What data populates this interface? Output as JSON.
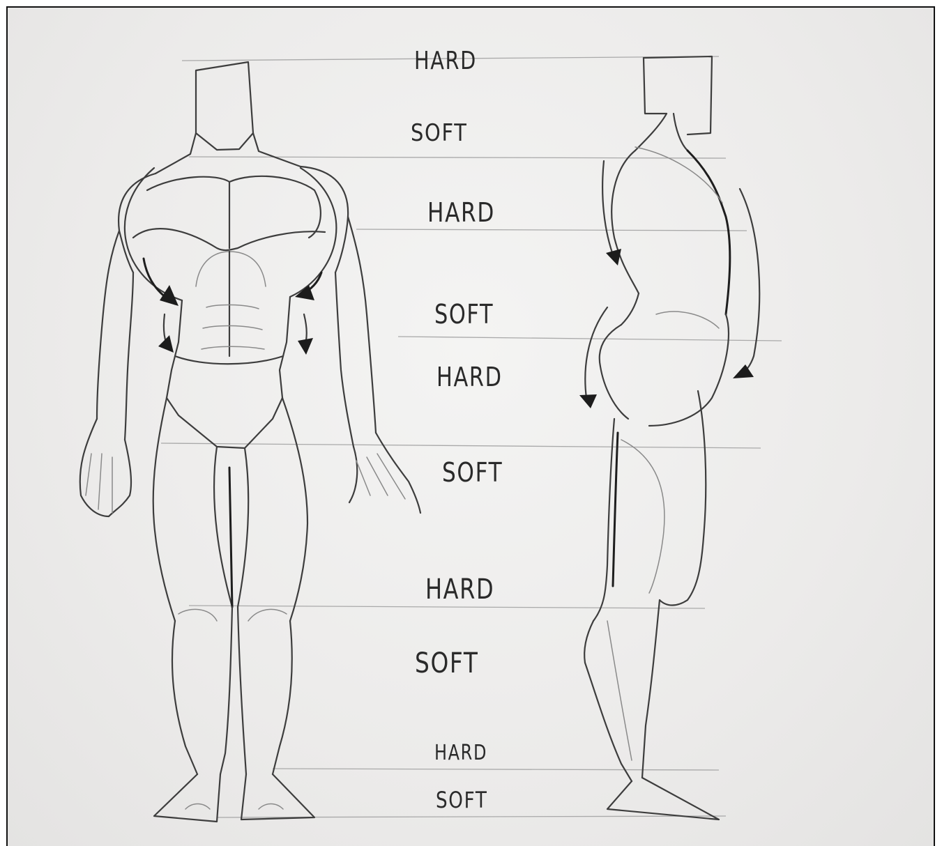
{
  "labels": [
    "HARD",
    "SOFT",
    "HARD",
    "SOFT",
    "HARD",
    "SOFT",
    "HARD",
    "SOFT",
    "HARD",
    "SOFT"
  ]
}
